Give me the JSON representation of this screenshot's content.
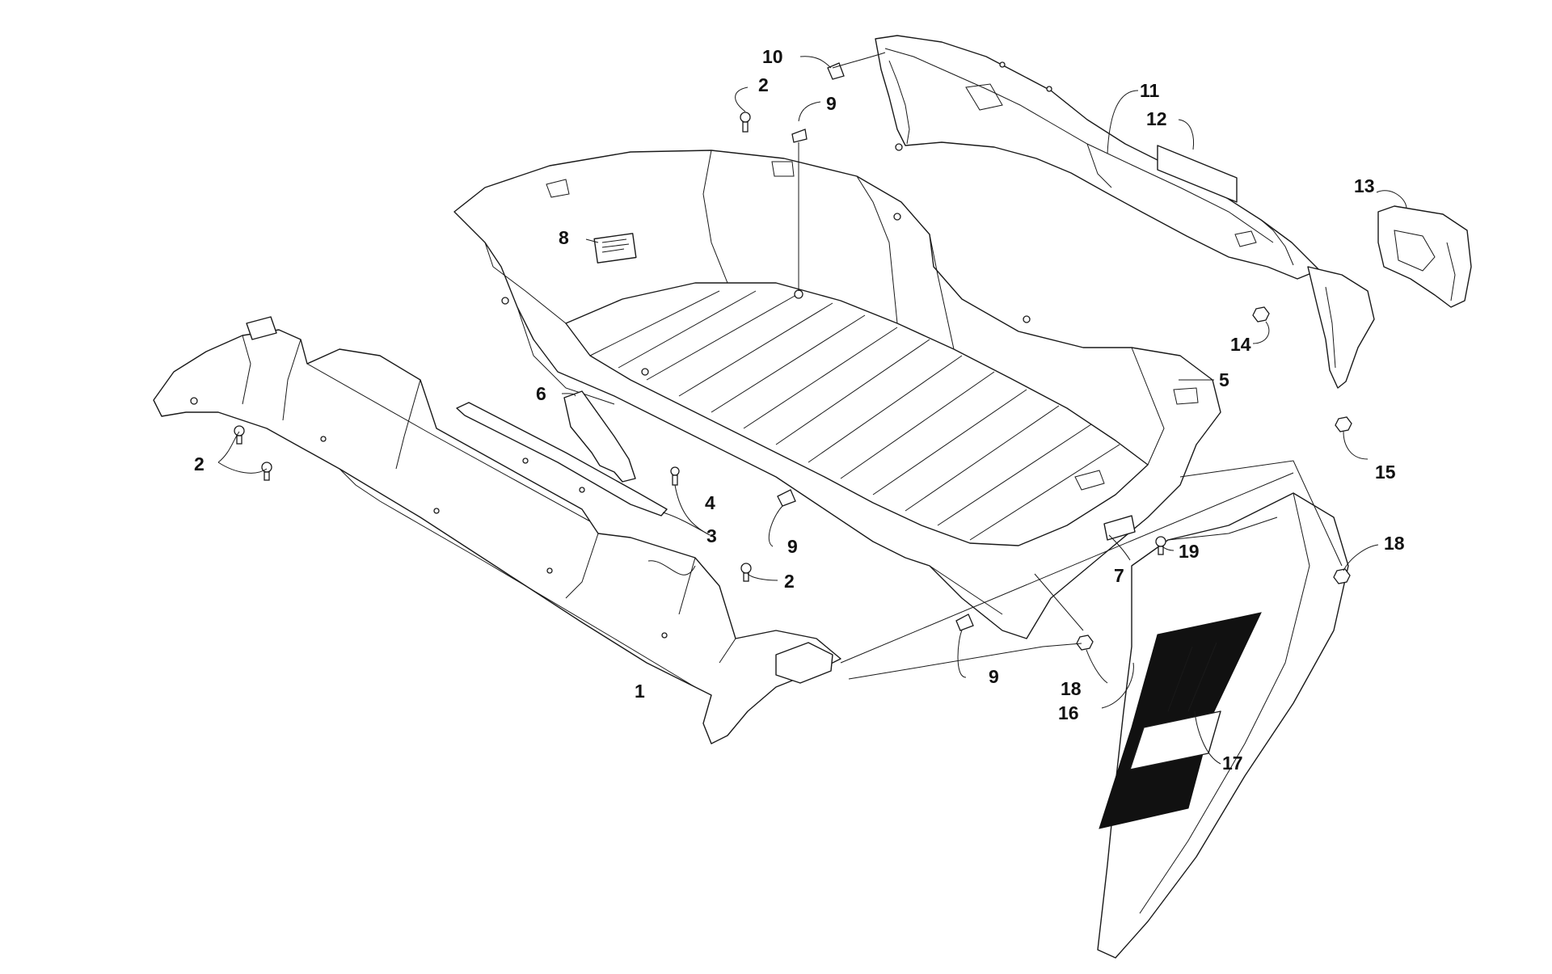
{
  "callouts": {
    "c1": "1",
    "c2a": "2",
    "c2b": "2",
    "c2c": "2",
    "c3": "3",
    "c4": "4",
    "c5": "5",
    "c6": "6",
    "c7": "7",
    "c8": "8",
    "c9a": "9",
    "c9b": "9",
    "c9c": "9",
    "c10": "10",
    "c11": "11",
    "c12": "12",
    "c13": "13",
    "c14": "14",
    "c15": "15",
    "c16": "16",
    "c17": "17",
    "c18a": "18",
    "c18b": "18",
    "c19": "19"
  }
}
